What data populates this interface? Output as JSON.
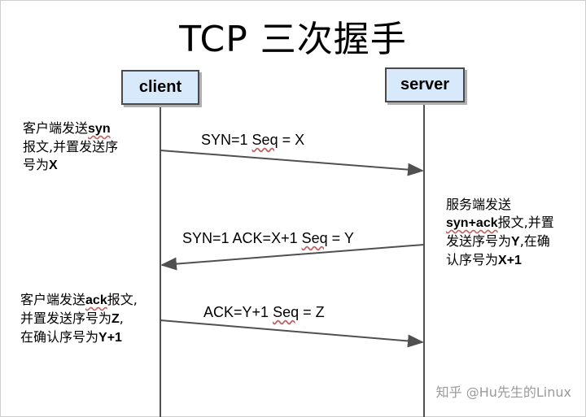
{
  "title": "TCP 三次握手",
  "actors": {
    "client": "client",
    "server": "server"
  },
  "messages": [
    {
      "label_pre": "SYN=1  ",
      "label_wavy": "Seq",
      "label_post": " = X"
    },
    {
      "label_pre": "SYN=1  ACK=X+1 ",
      "label_wavy": "Seq",
      "label_post": " = Y"
    },
    {
      "label_pre": "ACK=Y+1 ",
      "label_wavy": "Seq",
      "label_post": " = Z"
    }
  ],
  "notes": {
    "note1": [
      "客户端发送",
      "syn",
      "报文,并置发送序",
      "号为",
      "X"
    ],
    "note2": [
      "服务端发送",
      "syn+ack",
      "报文,并置",
      "发送序号为",
      "Y",
      ",在确",
      "认序号为",
      "X+1"
    ],
    "note3": [
      "客户端发送",
      "ack",
      "报文,",
      "并置发送序号为",
      "Z",
      ",",
      "在确认序号为",
      "Y+1"
    ]
  },
  "watermark": "知乎 @Hu先生的Linux",
  "colors": {
    "actor_fill": "#d8e9fb",
    "lifeline": "#505050",
    "arrow": "#505050"
  }
}
